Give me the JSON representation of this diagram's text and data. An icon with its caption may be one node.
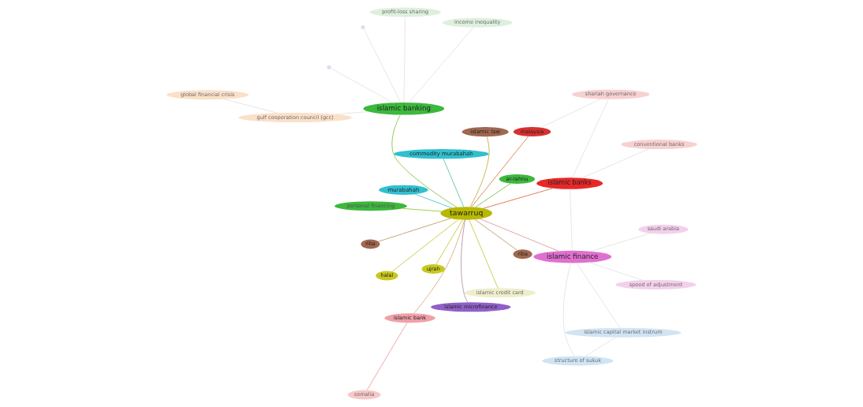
{
  "diagram": {
    "nodes": [
      {
        "text": [
          "global financial crisis"
        ]
      },
      {
        "text": [
          "gulf cooperation council (gcc)"
        ]
      },
      {
        "text": [
          "profit-loss sharing"
        ]
      },
      {
        "text": [
          "islamic banking"
        ]
      },
      {
        "text": [
          "ar-rahnu"
        ]
      },
      {
        "text": [
          "personal financing"
        ]
      },
      {
        "text": [
          "somalia"
        ]
      },
      {
        "text": [
          "islamic bank"
        ]
      },
      {
        "text": [
          "halal"
        ]
      },
      {
        "text": [
          "islamic credit card"
        ]
      },
      {
        "text": [
          "ujrah"
        ]
      },
      {
        "text": [
          "tawarruq"
        ]
      },
      {
        "text": [
          "income inequality"
        ]
      },
      {
        "text": [],
        "shape": "circle"
      },
      {
        "text": [],
        "shape": "circle"
      },
      {
        "text": [
          "islamic microfinance"
        ]
      },
      {
        "text": [
          "riba"
        ]
      },
      {
        "text": [
          "islamic law"
        ]
      },
      {
        "text": [
          "islamic finance"
        ]
      },
      {
        "text": [
          "commodity murabahah"
        ]
      },
      {
        "text": [
          "murabahah"
        ]
      },
      {
        "text": [
          "riba"
        ]
      },
      {
        "text": [
          "malaysia"
        ]
      },
      {
        "text": [
          "islamic banks"
        ]
      },
      {
        "text": [
          "shariah governance"
        ]
      },
      {
        "text": [
          "conventional banks"
        ]
      },
      {
        "text": [
          "speed of adjustment"
        ]
      },
      {
        "text": [
          "saudi arabia"
        ]
      },
      {
        "text": [
          "structure of sukuk"
        ]
      },
      {
        "text": [
          "islamic capital market instrum"
        ]
      }
    ],
    "edges": [
      {
        "from": 11,
        "to": 3,
        "arrow": "none",
        "color": "#8cc84a"
      },
      {
        "from": 11,
        "to": 4,
        "arrow": "none",
        "color": "#7cc24a"
      },
      {
        "from": 11,
        "to": 5,
        "arrow": "none",
        "color": "#9ccc46"
      },
      {
        "from": 11,
        "to": 7,
        "arrow": "none",
        "color": "#e0b080"
      },
      {
        "from": 11,
        "to": 8,
        "arrow": "none",
        "color": "#c8cc40"
      },
      {
        "from": 11,
        "to": 9,
        "arrow": "none",
        "color": "#c8cc40"
      },
      {
        "from": 11,
        "to": 10,
        "arrow": "none",
        "color": "#c8cc40"
      },
      {
        "from": 11,
        "to": 15,
        "arrow": "none",
        "color": "#b89ab0"
      },
      {
        "from": 11,
        "to": 16,
        "arrow": "none",
        "color": "#c0a070"
      },
      {
        "from": 11,
        "to": 17,
        "arrow": "none",
        "color": "#c8b050"
      },
      {
        "from": 11,
        "to": 18,
        "arrow": "none",
        "color": "#e0a0a0"
      },
      {
        "from": 11,
        "to": 21,
        "arrow": "none",
        "color": "#c0a070"
      },
      {
        "from": 11,
        "to": 19,
        "arrow": "none",
        "color": "#60c8b0"
      },
      {
        "from": 11,
        "to": 20,
        "arrow": "none",
        "color": "#50c8c8"
      },
      {
        "from": 11,
        "to": 23,
        "arrow": "none",
        "color": "#e07050"
      },
      {
        "from": 11,
        "to": 22,
        "arrow": "none",
        "color": "#e08050"
      },
      {
        "from": 7,
        "to": 6,
        "arrow": "none",
        "color": "#f0a0a0"
      },
      {
        "from": 3,
        "to": 2,
        "arrow": "none",
        "color": "#e4e4e4"
      },
      {
        "from": 3,
        "to": 1,
        "arrow": "none",
        "color": "#e4e4e4"
      },
      {
        "from": 1,
        "to": 0,
        "arrow": "none",
        "color": "#e4e4e4"
      },
      {
        "from": 3,
        "to": 12,
        "arrow": "none",
        "color": "#e4e4e4"
      },
      {
        "from": 3,
        "to": 13,
        "arrow": "none",
        "color": "#e4e4e4"
      },
      {
        "from": 3,
        "to": 14,
        "arrow": "none",
        "color": "#e4e4e4"
      },
      {
        "from": 18,
        "to": 27,
        "arrow": "none",
        "color": "#e4e4e4"
      },
      {
        "from": 18,
        "to": 26,
        "arrow": "none",
        "color": "#e4e4e4"
      },
      {
        "from": 18,
        "to": 28,
        "arrow": "none",
        "color": "#e4e4e4"
      },
      {
        "from": 18,
        "to": 29,
        "arrow": "none",
        "color": "#e4e4e4"
      },
      {
        "from": 28,
        "to": 29,
        "arrow": "none",
        "color": "#e4e4e4"
      },
      {
        "from": 23,
        "to": 25,
        "arrow": "none",
        "color": "#e4e4e4"
      },
      {
        "from": 23,
        "to": 24,
        "arrow": "none",
        "color": "#e4e4e4"
      },
      {
        "from": 22,
        "to": 24,
        "arrow": "none",
        "color": "#e4e4e4"
      },
      {
        "from": 18,
        "to": 23,
        "arrow": "none",
        "color": "#e4e4e4"
      },
      {
        "from": 16,
        "to": 18,
        "arrow": "none",
        "color": "#e4e4e4"
      }
    ]
  }
}
